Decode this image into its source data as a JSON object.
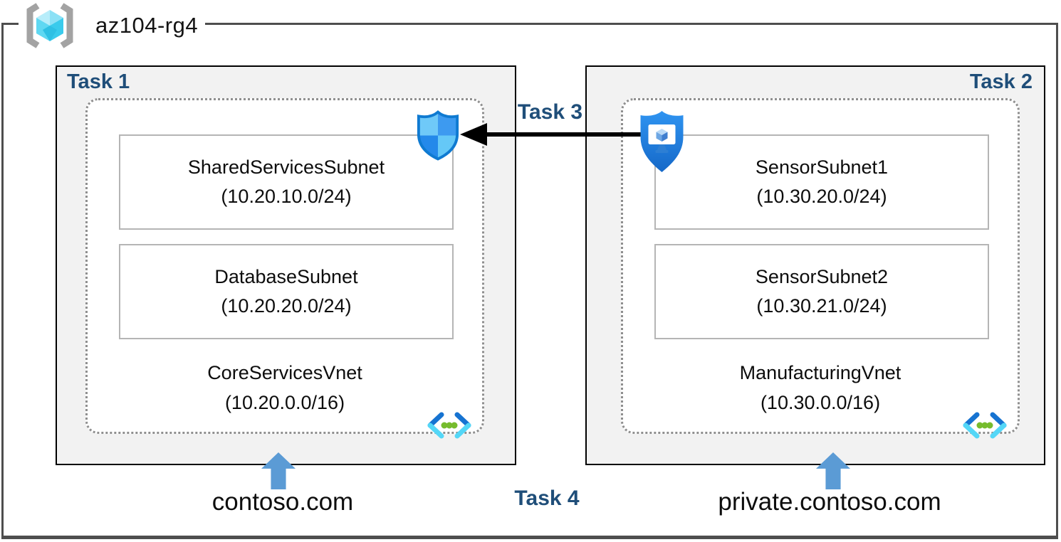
{
  "resource_group": {
    "name": "az104-rg4"
  },
  "task_labels": {
    "task1": "Task 1",
    "task2": "Task 2",
    "task3": "Task 3",
    "task4": "Task 4"
  },
  "vnets": {
    "left": {
      "name": "CoreServicesVnet",
      "cidr": "(10.20.0.0/16)",
      "subnets": [
        {
          "name": "SharedServicesSubnet",
          "cidr": "(10.20.10.0/24)"
        },
        {
          "name": "DatabaseSubnet",
          "cidr": "(10.20.20.0/24)"
        }
      ],
      "dns_name": "contoso.com"
    },
    "right": {
      "name": "ManufacturingVnet",
      "cidr": "(10.30.0.0/16)",
      "subnets": [
        {
          "name": "SensorSubnet1",
          "cidr": "(10.30.20.0/24)"
        },
        {
          "name": "SensorSubnet2",
          "cidr": "(10.30.21.0/24)"
        }
      ],
      "dns_name": "private.contoso.com"
    }
  },
  "icons": {
    "resource_group": "resource-group-icon",
    "nsg": "network-security-group-shield-icon",
    "bastion": "bastion-shield-monitor-icon",
    "vnet": "virtual-network-icon",
    "up_arrow": "up-arrow-icon",
    "connector": "left-arrow-connector"
  },
  "colors": {
    "task_label": "#1f4e79",
    "box_background": "#f2f2f2",
    "box_border": "#000000",
    "dotted_border": "#8f8f8f",
    "subnet_border": "#b5b5b5",
    "blue_arrow": "#5b9bd5",
    "connector_arrow": "#000000",
    "vnet_icon_blue": "#1673d1",
    "vnet_icon_cyan": "#50e6ff",
    "vnet_icon_green": "#76bc2d"
  }
}
